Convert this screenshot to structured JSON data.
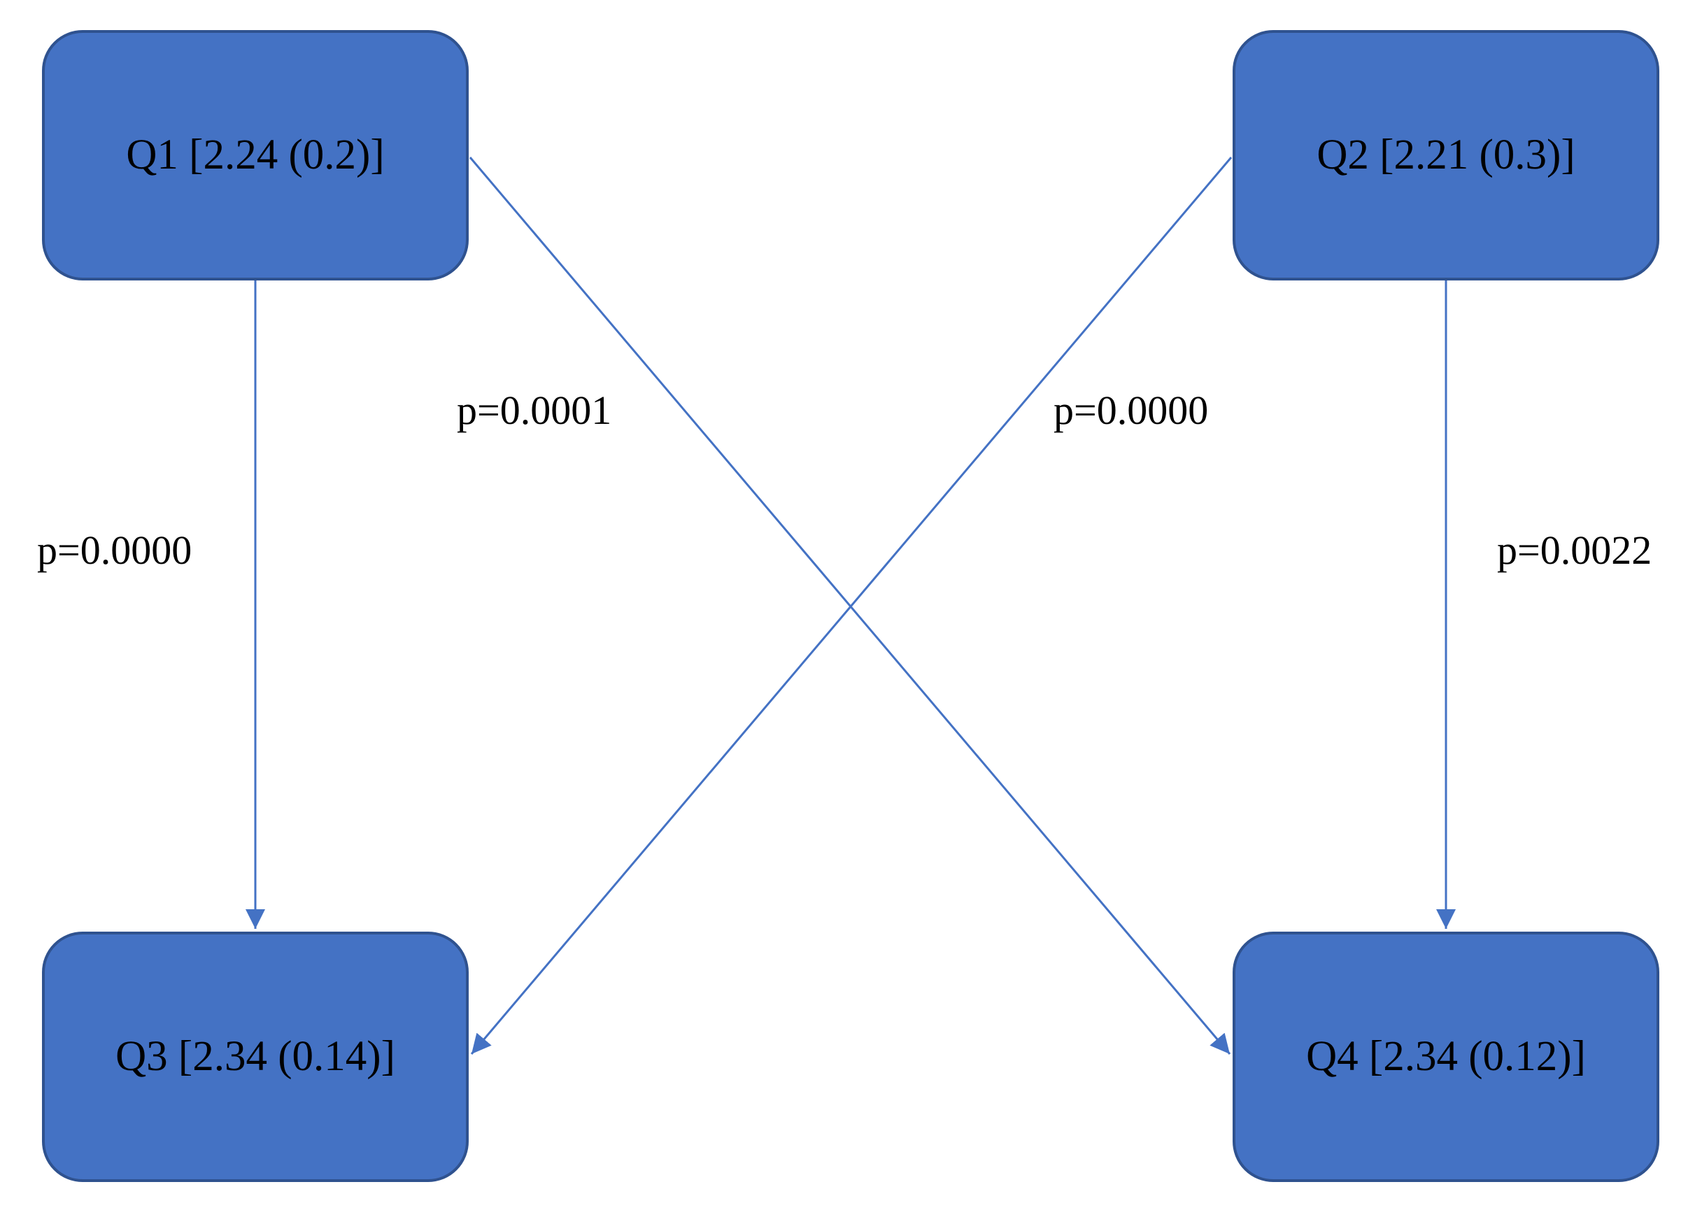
{
  "colors": {
    "node_fill": "#4472c4",
    "node_border": "#2f528f",
    "edge": "#4472c4",
    "text": "#000000"
  },
  "nodes": {
    "q1": "Q1 [2.24 (0.2)]",
    "q2": "Q2 [2.21 (0.3)]",
    "q3": "Q3 [2.34 (0.14)]",
    "q4": "Q4 [2.34 (0.12)]"
  },
  "edges": {
    "q1_q3": {
      "from": "Q1",
      "to": "Q3",
      "label": "p=0.0000"
    },
    "q1_q4": {
      "from": "Q1",
      "to": "Q4",
      "label": "p=0.0001"
    },
    "q2_q3": {
      "from": "Q2",
      "to": "Q3",
      "label": "p=0.0000"
    },
    "q2_q4": {
      "from": "Q2",
      "to": "Q4",
      "label": "p=0.0022"
    }
  }
}
